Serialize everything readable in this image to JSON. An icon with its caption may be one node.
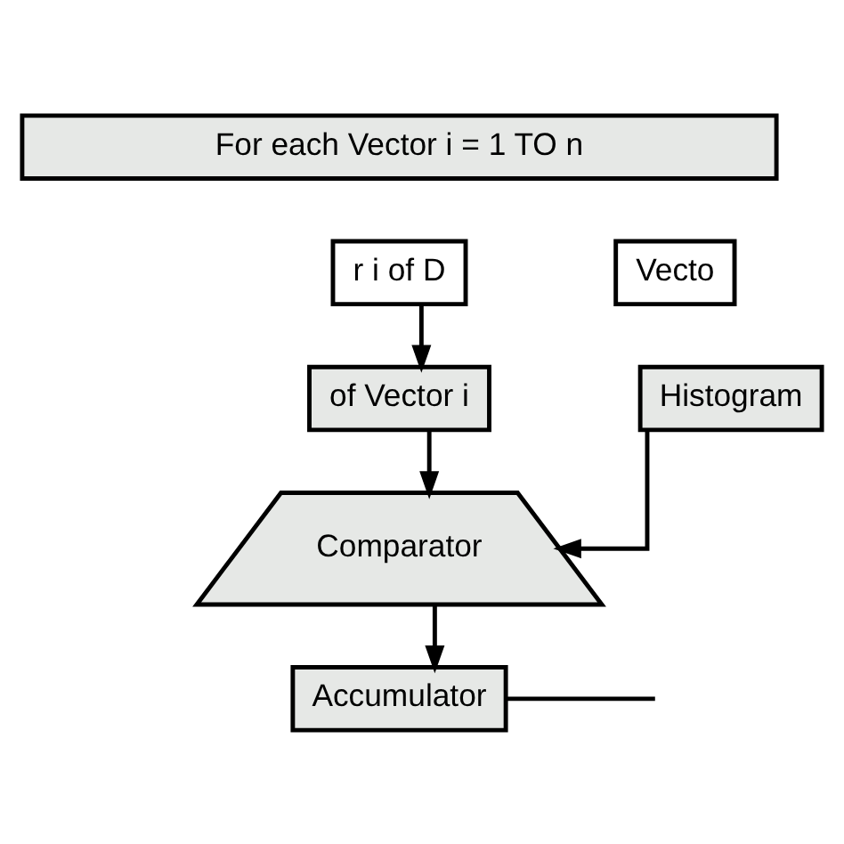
{
  "diagram": {
    "nodes": [
      {
        "text": [
          "For each Vector i = 1 TO n"
        ]
      },
      {
        "text": [
          "r i of D"
        ]
      },
      {
        "text": [
          "of Vector i"
        ]
      },
      {
        "text": [
          "Vecto"
        ]
      },
      {
        "text": [
          "Histogram"
        ]
      },
      {
        "text": [
          "Comparator"
        ]
      },
      {
        "text": [
          "Accumulator"
        ]
      }
    ],
    "edges": [
      {
        "from": 1,
        "to": 2,
        "arrow": "to"
      },
      {
        "from": 2,
        "to": 5,
        "arrow": "to"
      },
      {
        "from": 4,
        "to": 5,
        "arrow": "to"
      },
      {
        "from": 5,
        "to": 6,
        "arrow": "to"
      },
      {
        "from": 6,
        "to": null,
        "arrow": "none"
      }
    ]
  }
}
